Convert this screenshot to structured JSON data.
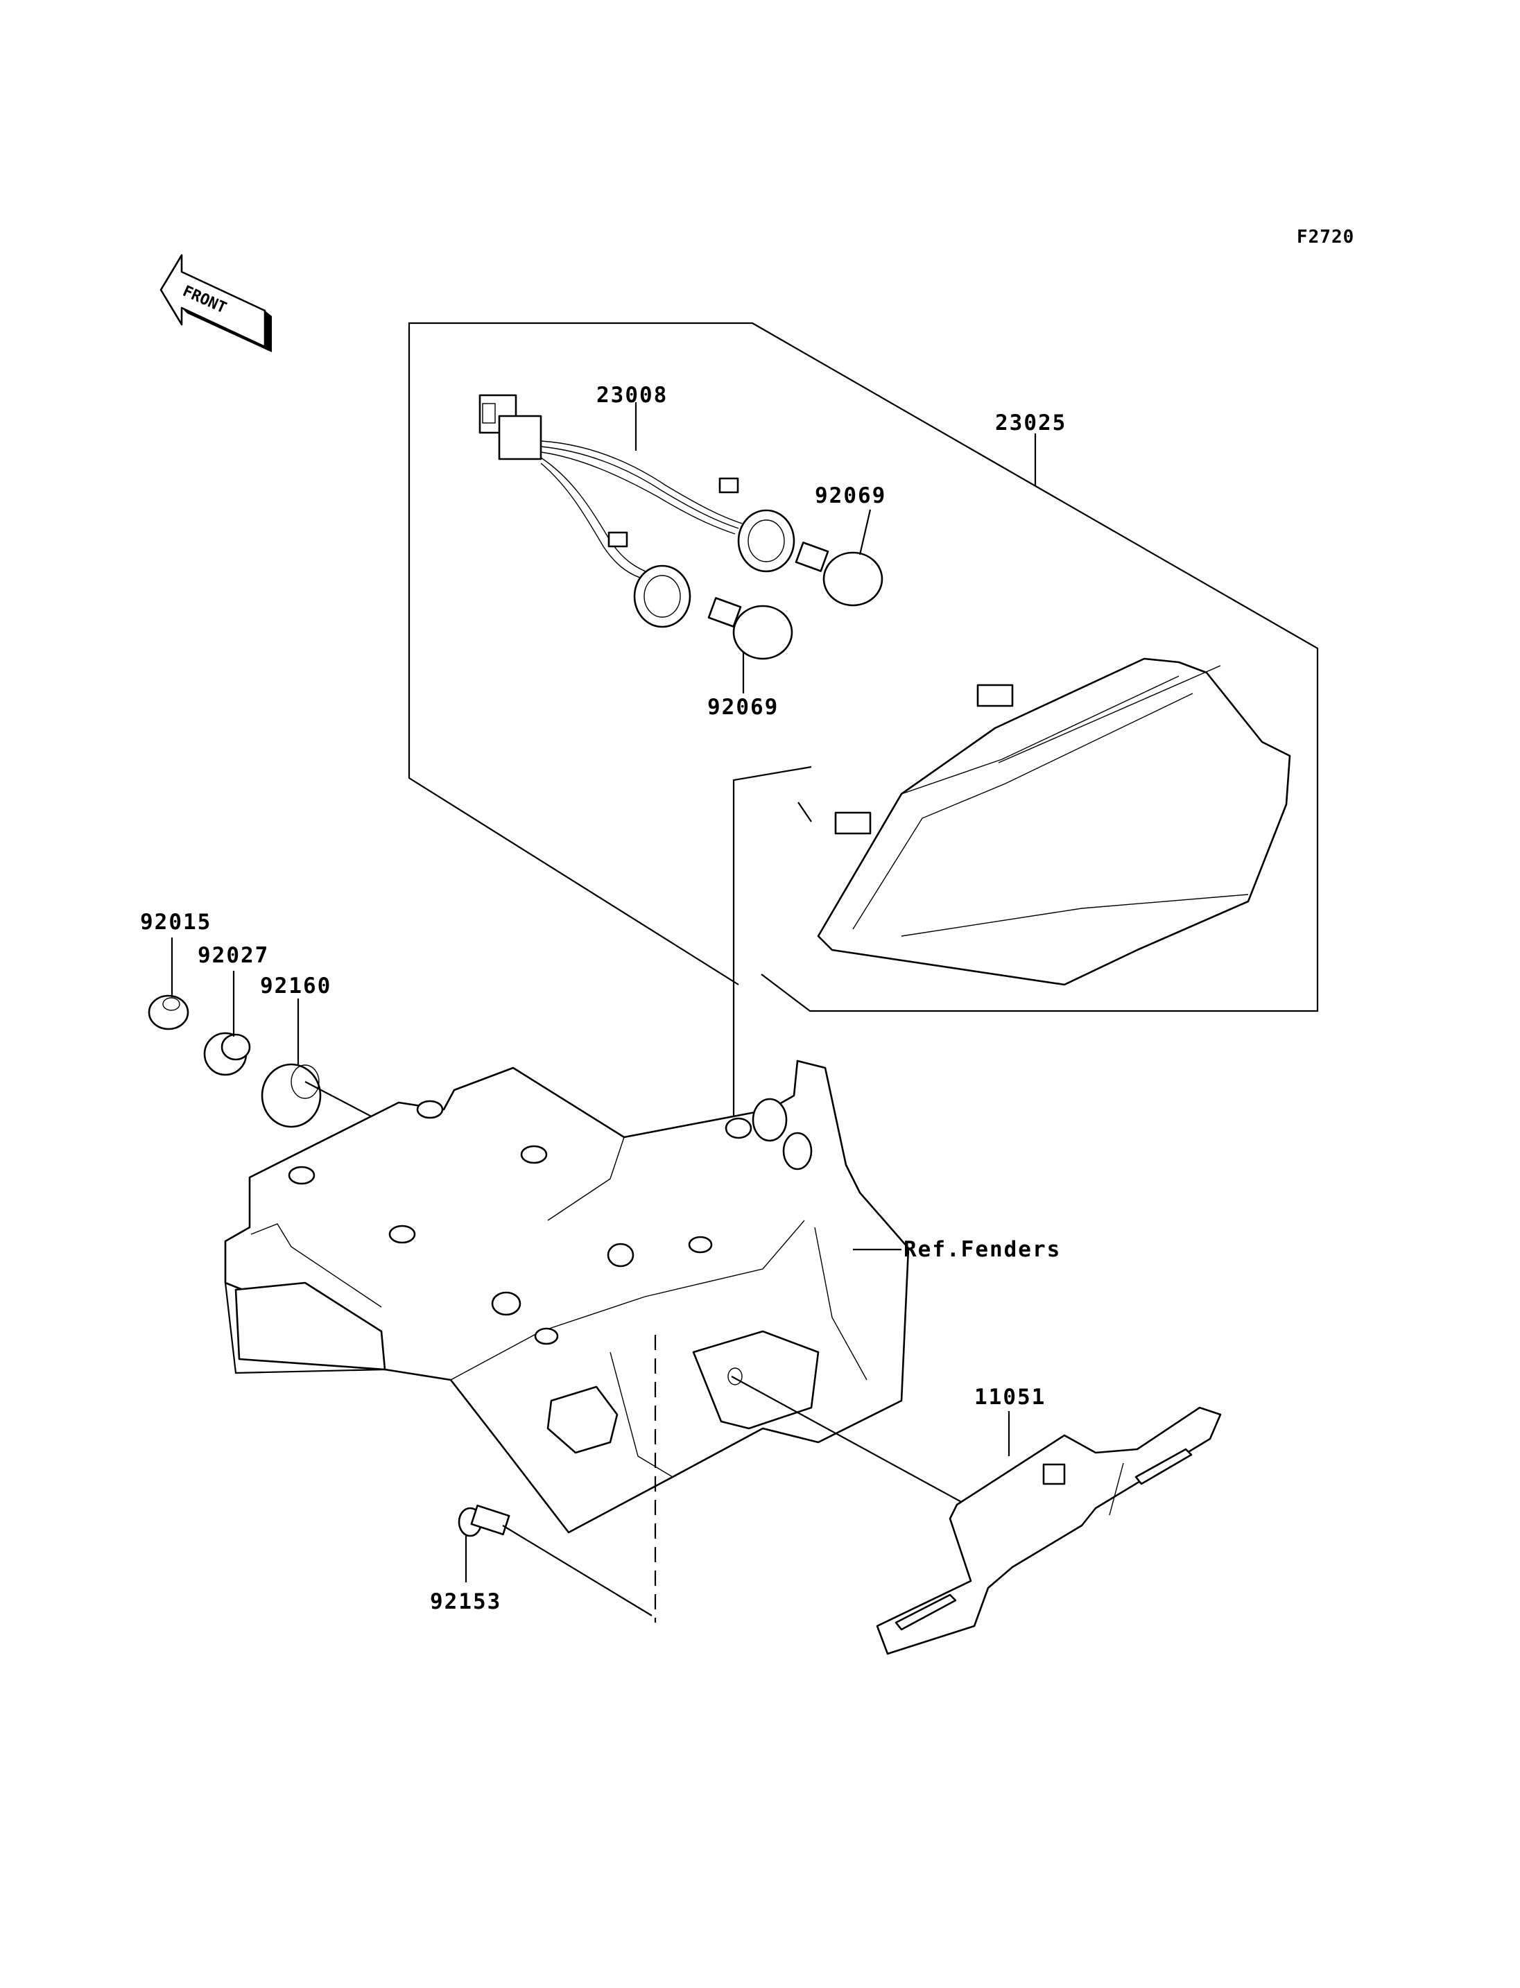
{
  "figure": {
    "number": "F2720",
    "direction_label": "FRONT"
  },
  "callouts": [
    {
      "id": "23008",
      "text": "23008"
    },
    {
      "id": "23025",
      "text": "23025"
    },
    {
      "id": "92069a",
      "text": "92069"
    },
    {
      "id": "92069b",
      "text": "92069"
    },
    {
      "id": "92015",
      "text": "92015"
    },
    {
      "id": "92027",
      "text": "92027"
    },
    {
      "id": "92160",
      "text": "92160"
    },
    {
      "id": "ref-fenders",
      "text": "Ref.Fenders"
    },
    {
      "id": "11051",
      "text": "11051"
    },
    {
      "id": "92153",
      "text": "92153"
    }
  ]
}
